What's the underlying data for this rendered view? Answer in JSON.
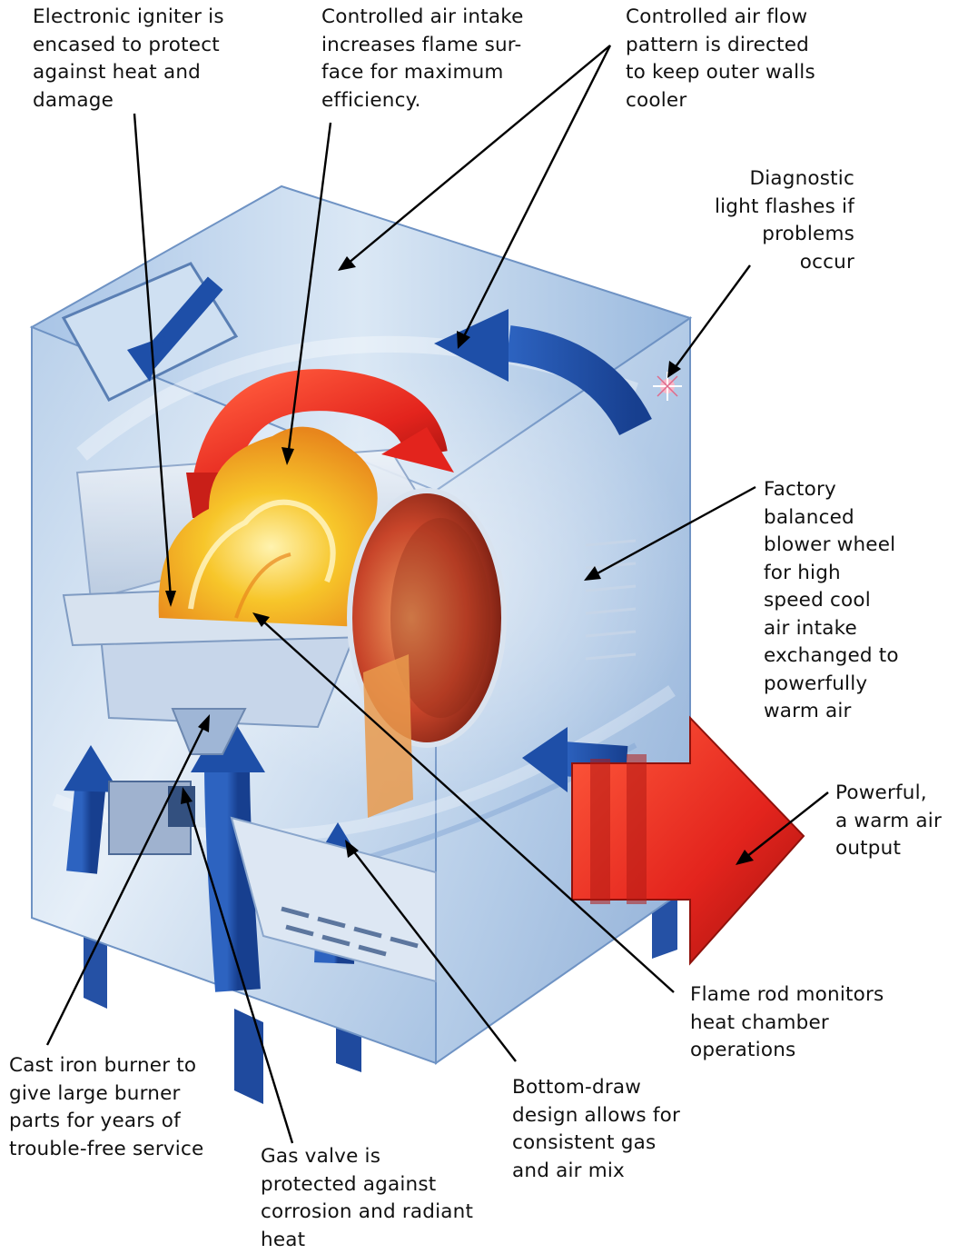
{
  "diagram": {
    "colors": {
      "cabinet_light": "#e3edf7",
      "cabinet_mid": "#9fbde0",
      "cabinet_dark": "#5a7fb4",
      "air_arrow_blue": "#1e4fa8",
      "flame_yellow": "#f7c62a",
      "flame_orange": "#e8861c",
      "hot_red": "#e3241d",
      "leader_line": "#000000"
    },
    "callouts": [
      {
        "id": "igniter",
        "lines": [
          "Electronic igniter is",
          "encased to protect",
          "against heat and",
          "damage"
        ]
      },
      {
        "id": "air-intake",
        "lines": [
          "Controlled air intake",
          "increases flame sur-",
          "face for maximum",
          "efficiency."
        ]
      },
      {
        "id": "air-flow",
        "lines": [
          "Controlled air flow",
          "pattern is directed",
          "to keep outer walls",
          "cooler"
        ]
      },
      {
        "id": "diagnostic-light",
        "lines": [
          "Diagnostic",
          "light flashes if",
          "problems",
          "occur"
        ]
      },
      {
        "id": "blower-wheel",
        "lines": [
          "Factory",
          "balanced",
          "blower wheel",
          "for high",
          "speed cool",
          "air intake",
          "exchanged to",
          "powerfully",
          "warm air"
        ]
      },
      {
        "id": "warm-air-output",
        "lines": [
          "Powerful,",
          "a warm air",
          "output"
        ]
      },
      {
        "id": "flame-rod",
        "lines": [
          "Flame rod monitors",
          "heat chamber",
          "operations"
        ]
      },
      {
        "id": "bottom-draw",
        "lines": [
          "Bottom-draw",
          "design allows for",
          "consistent gas",
          "and air mix"
        ]
      },
      {
        "id": "cast-iron-burner",
        "lines": [
          "Cast iron burner to",
          "give large burner",
          "parts for years of",
          "trouble-free service"
        ]
      },
      {
        "id": "gas-valve",
        "lines": [
          "Gas valve is",
          "protected against",
          "corrosion and radiant",
          "heat"
        ]
      }
    ]
  }
}
